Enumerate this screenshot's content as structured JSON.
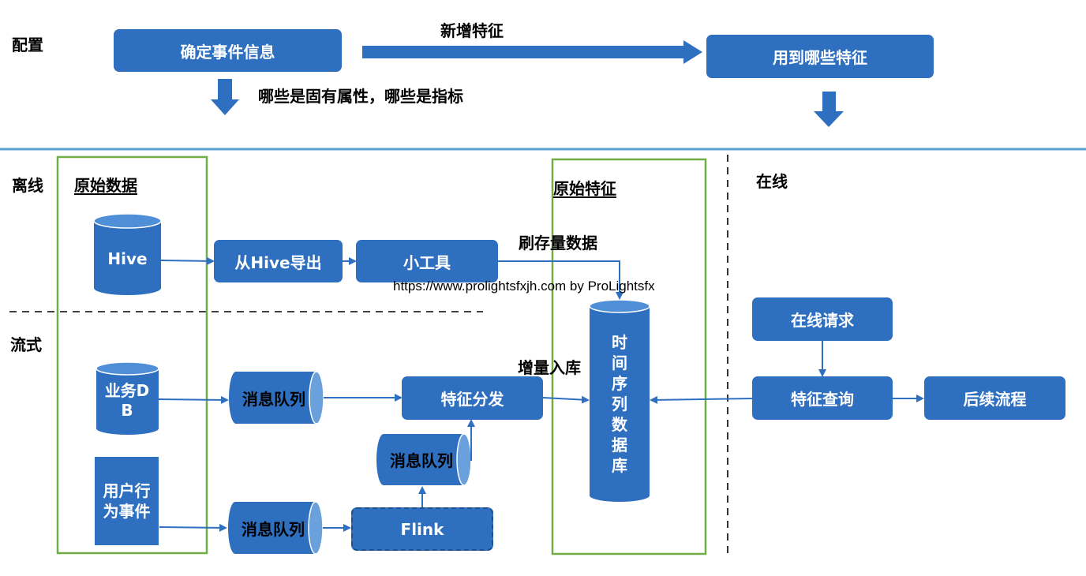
{
  "sections": {
    "config": "配置",
    "offline": "离线",
    "stream": "流式",
    "online": "在线"
  },
  "config": {
    "determine_event_info": "确定事件信息",
    "add_features": "新增特征",
    "which_features_used": "用到哪些特征",
    "attributes_vs_metrics": "哪些是固有属性，哪些是指标"
  },
  "offline": {
    "raw_data_title": "原始数据",
    "hive": "Hive",
    "export_from_hive": "从Hive导出",
    "small_tool": "小工具",
    "flush_existing_data": "刷存量数据",
    "raw_features_title": "原始特征"
  },
  "stream": {
    "business_db": "业务DB",
    "user_behavior_events": "用户行为事件",
    "message_queue_1": "消息队列",
    "message_queue_2": "消息队列",
    "message_queue_3": "消息队列",
    "feature_dispatch": "特征分发",
    "flink": "Flink",
    "incremental_ingest": "增量入库",
    "timeseries_db": "时间序列数据库"
  },
  "online": {
    "online_request": "在线请求",
    "feature_query": "特征查询",
    "downstream_flow": "后续流程"
  },
  "watermark": "https://www.prolightsfxjh.com by ProLightsfx",
  "colors": {
    "box_fill": "#2e6fbf",
    "arrow": "#2e6fbf",
    "green_frame": "#70ad47",
    "separator": "#5aa0d2"
  }
}
